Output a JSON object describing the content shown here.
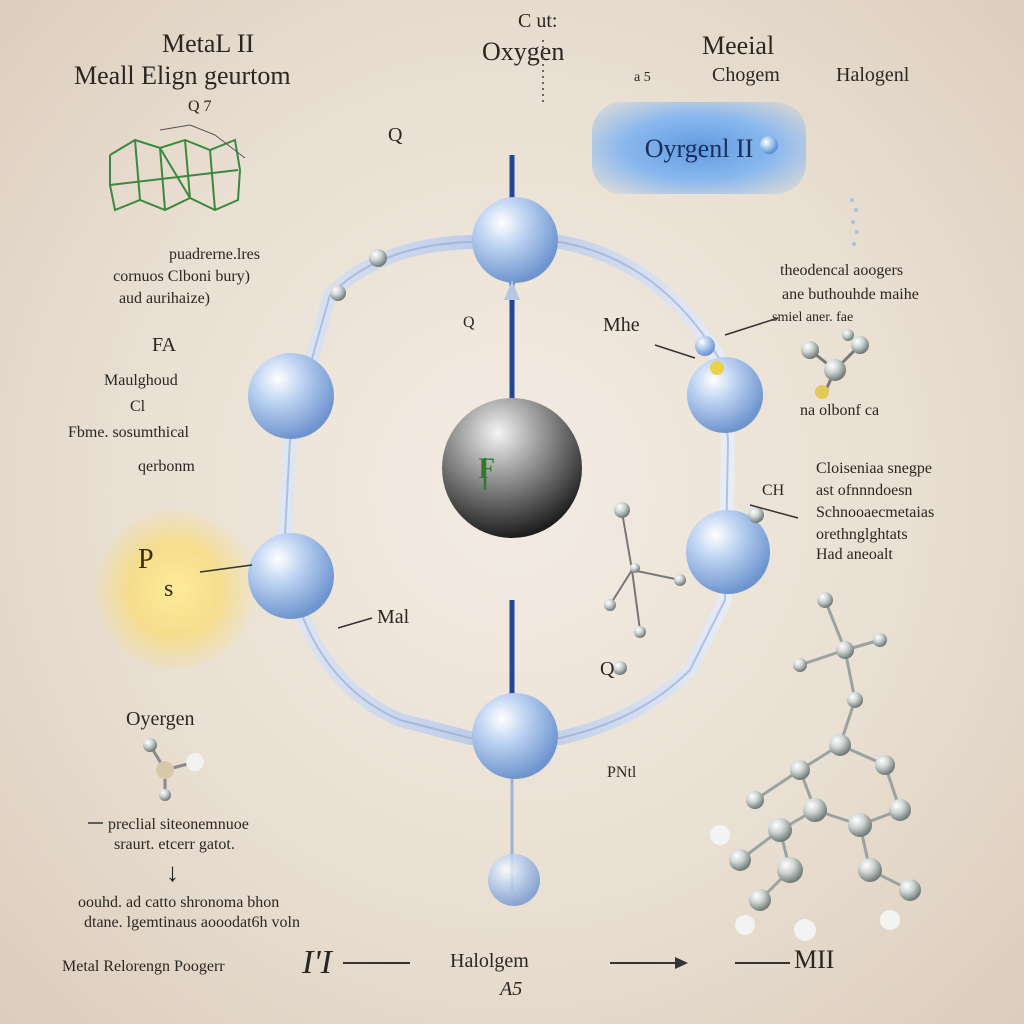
{
  "header": {
    "metal_top": "MetaL II",
    "metal_sub": "Meall Elign geurtom",
    "metal_tick": "Q 7",
    "center_top": "C ut:",
    "center_title": "Oxygen",
    "right_top": "Meeial",
    "right_left": "Chogem",
    "right_right": "Halogenl",
    "right_small": "a 5"
  },
  "oxygen_box": {
    "label": "Oyrgenl II"
  },
  "labels": {
    "near_top": "Q",
    "ring_left": "Q",
    "ring_right": "Mhe",
    "metal_ring": "Mal",
    "center_atom": "F",
    "small_q": "Q",
    "small_cross": "CH",
    "right_lower": "PNtl",
    "left_tag": "FA",
    "oxygen_left": "Oyergen",
    "bottom_center": "Halolgem",
    "bottom_center_sub": "A5",
    "bottom_right": "MII",
    "bottom_left": "Metal Relorengn Poogerr",
    "bottom_left_big": "I'I"
  },
  "left_notes": {
    "block1": [
      "puadrerne.lres",
      "cornuos Clboni bury)",
      "aud aurihaize)"
    ],
    "block2": [
      "Maulghoud",
      "Cl",
      "Fbme. sosumthical",
      "qerbonm"
    ]
  },
  "right_notes": {
    "block1": [
      "theodencal aoogers",
      "ane buthouhde maihe",
      "smiel aner. fae"
    ],
    "block1_tail": "na olbonf ca",
    "block2": [
      "Cloiseniaa snegpe",
      "ast ofnnndoesn",
      "Schnooaecmetaias",
      "orethnglghtats",
      "Had aneoalt"
    ]
  },
  "bottom_notes": {
    "line1": "preclial siteonemnuoe",
    "line2": "sraurt. etcerr gatot.",
    "line3": "oouhd. ad catto shronoma bhon",
    "line4": "dtane. lgemtinaus aooodat6h voln"
  },
  "center_atom_label": "F",
  "colors": {
    "sphere_blue": "#a7c3ea",
    "sphere_dark": "#3b3b3b",
    "ring": "#c6d3ea",
    "axis": "#22479a",
    "accent_glow": "#5f9ce0"
  }
}
